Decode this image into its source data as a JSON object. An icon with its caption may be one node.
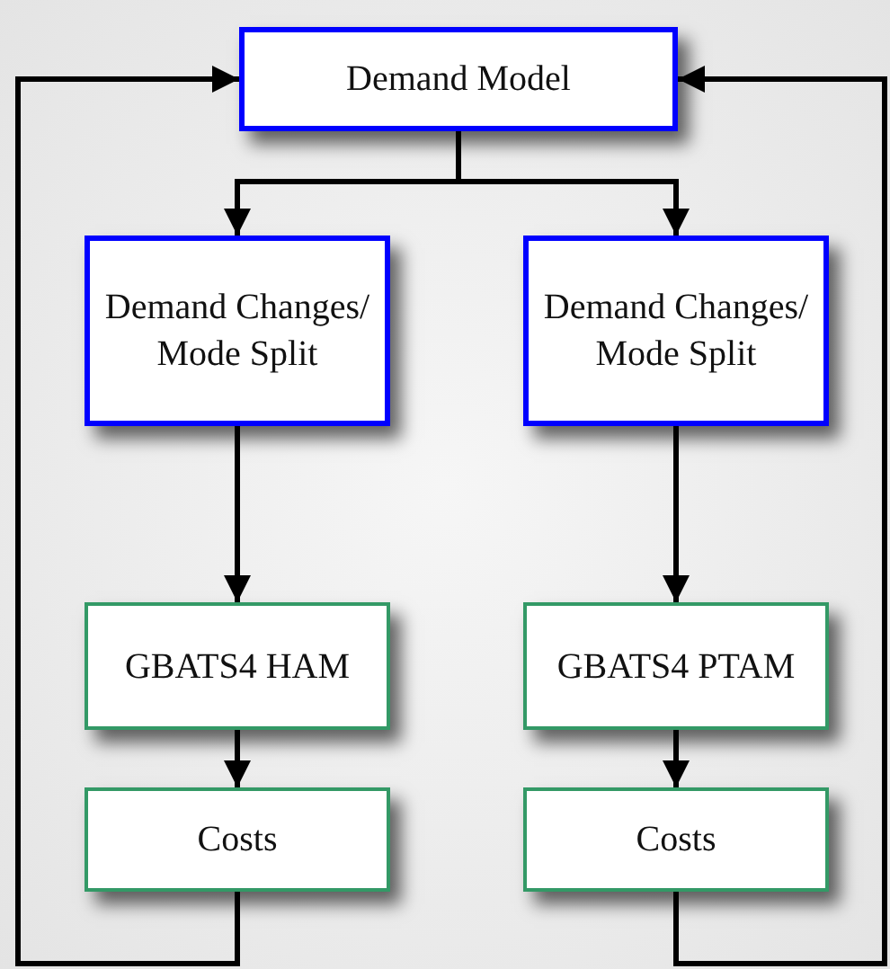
{
  "diagram": {
    "nodes": [
      {
        "text": [
          "Demand Model"
        ]
      },
      {
        "text": [
          "Demand Changes/ Mode Split"
        ]
      },
      {
        "text": [
          "Demand Changes/ Mode Split"
        ]
      },
      {
        "text": [
          "GBATS4 HAM"
        ]
      },
      {
        "text": [
          "GBATS4 PTAM"
        ]
      },
      {
        "text": [
          "Costs"
        ]
      },
      {
        "text": [
          "Costs"
        ]
      }
    ],
    "edges": [
      {
        "from": 0,
        "to": 1,
        "arrow": "to"
      },
      {
        "from": 0,
        "to": 2,
        "arrow": "to"
      },
      {
        "from": 1,
        "to": 3,
        "arrow": "to"
      },
      {
        "from": 2,
        "to": 4,
        "arrow": "to"
      },
      {
        "from": 3,
        "to": 5,
        "arrow": "to"
      },
      {
        "from": 4,
        "to": 6,
        "arrow": "to"
      },
      {
        "from": 5,
        "to": 0,
        "arrow": "to"
      },
      {
        "from": 6,
        "to": 0,
        "arrow": "to"
      }
    ]
  }
}
